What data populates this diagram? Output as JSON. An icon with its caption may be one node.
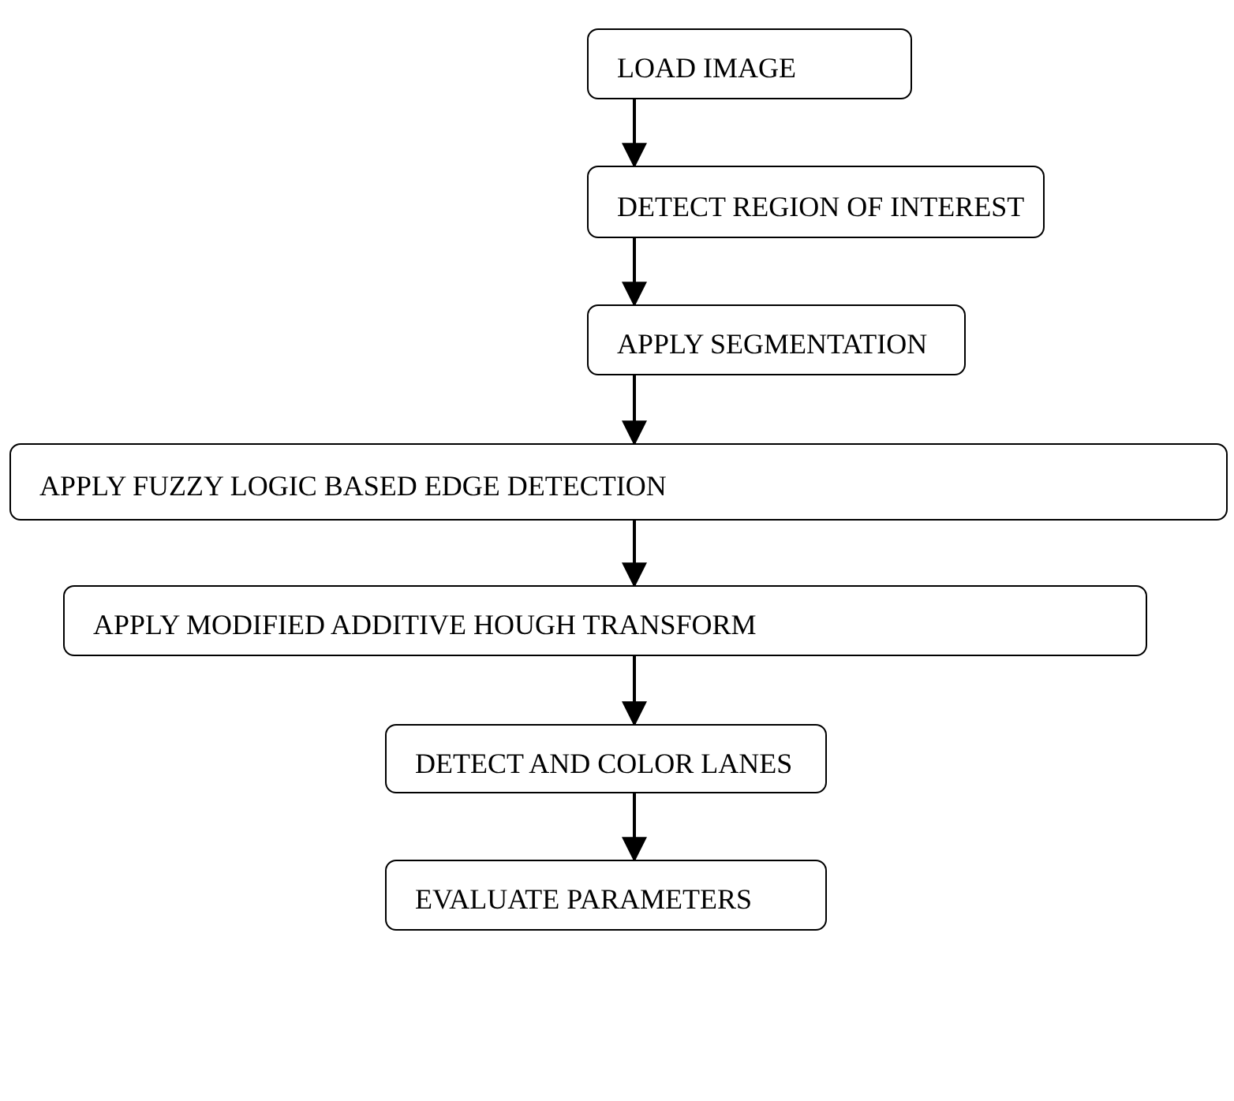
{
  "diagram": {
    "nodes": [
      {
        "text": [
          "LOAD IMAGE"
        ]
      },
      {
        "text": [
          "DETECT REGION OF INTEREST"
        ]
      },
      {
        "text": [
          "APPLY SEGMENTATION"
        ]
      },
      {
        "text": [
          "APPLY FUZZY LOGIC BASED EDGE DETECTION"
        ]
      },
      {
        "text": [
          "APPLY MODIFIED ADDITIVE HOUGH TRANSFORM"
        ]
      },
      {
        "text": [
          "DETECT AND COLOR LANES"
        ]
      },
      {
        "text": [
          "EVALUATE PARAMETERS"
        ]
      }
    ],
    "edges": [
      {
        "from": 0,
        "to": 1,
        "arrow": "to"
      },
      {
        "from": 1,
        "to": 2,
        "arrow": "to"
      },
      {
        "from": 2,
        "to": 3,
        "arrow": "to"
      },
      {
        "from": 3,
        "to": 4,
        "arrow": "to"
      },
      {
        "from": 4,
        "to": 5,
        "arrow": "to"
      },
      {
        "from": 5,
        "to": 6,
        "arrow": "to"
      }
    ]
  }
}
